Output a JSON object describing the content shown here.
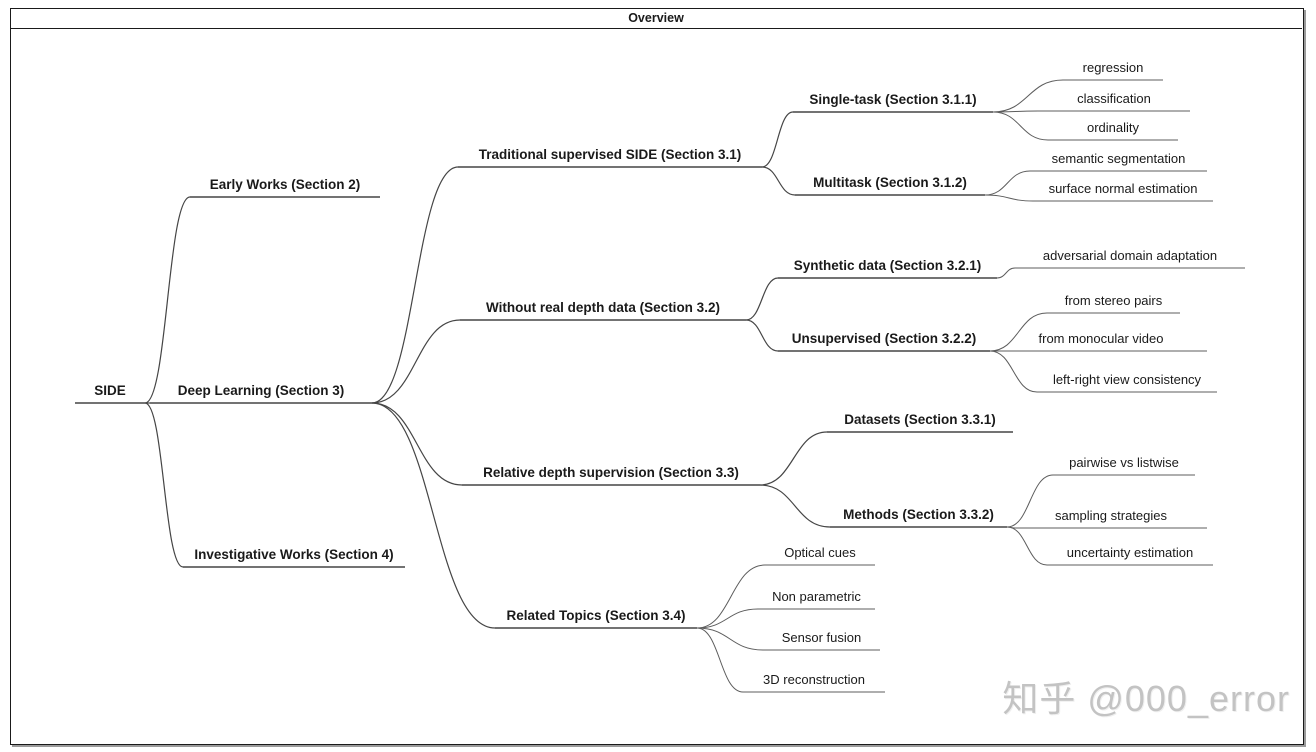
{
  "frame": {
    "title": "Overview"
  },
  "watermark": {
    "text": "知乎 @000_error"
  },
  "colors": {
    "edge": "#454545",
    "leaf_edge": "#5c5c5c",
    "text": "#1a1a1a",
    "border": "#1a1a1a",
    "watermark": "#c3c3c3"
  },
  "tree": {
    "root": "SIDE",
    "nodes": [
      {
        "id": "side",
        "label": "SIDE",
        "parent": null,
        "bold": true
      },
      {
        "id": "early-works",
        "label": "Early Works (Section 2)",
        "parent": "side",
        "bold": true
      },
      {
        "id": "deep-learning",
        "label": "Deep Learning (Section 3)",
        "parent": "side",
        "bold": true
      },
      {
        "id": "investigative-works",
        "label": "Investigative Works (Section 4)",
        "parent": "side",
        "bold": true
      },
      {
        "id": "traditional-supervised",
        "label": "Traditional supervised SIDE (Section 3.1)",
        "parent": "deep-learning",
        "bold": true
      },
      {
        "id": "without-real-depth",
        "label": "Without real depth data (Section 3.2)",
        "parent": "deep-learning",
        "bold": true
      },
      {
        "id": "relative-depth",
        "label": "Relative depth supervision (Section 3.3)",
        "parent": "deep-learning",
        "bold": true
      },
      {
        "id": "related-topics",
        "label": "Related Topics (Section 3.4)",
        "parent": "deep-learning",
        "bold": true
      },
      {
        "id": "single-task",
        "label": "Single-task (Section 3.1.1)",
        "parent": "traditional-supervised",
        "bold": true
      },
      {
        "id": "multitask",
        "label": "Multitask (Section 3.1.2)",
        "parent": "traditional-supervised",
        "bold": true
      },
      {
        "id": "regression",
        "label": "regression",
        "parent": "single-task",
        "bold": false
      },
      {
        "id": "classification",
        "label": "classification",
        "parent": "single-task",
        "bold": false
      },
      {
        "id": "ordinality",
        "label": "ordinality",
        "parent": "single-task",
        "bold": false
      },
      {
        "id": "semantic-segmentation",
        "label": "semantic segmentation",
        "parent": "multitask",
        "bold": false
      },
      {
        "id": "surface-normal",
        "label": "surface normal estimation",
        "parent": "multitask",
        "bold": false
      },
      {
        "id": "synthetic-data",
        "label": "Synthetic data (Section 3.2.1)",
        "parent": "without-real-depth",
        "bold": true
      },
      {
        "id": "unsupervised",
        "label": "Unsupervised (Section 3.2.2)",
        "parent": "without-real-depth",
        "bold": true
      },
      {
        "id": "adversarial",
        "label": "adversarial domain adaptation",
        "parent": "synthetic-data",
        "bold": false
      },
      {
        "id": "stereo-pairs",
        "label": "from stereo pairs",
        "parent": "unsupervised",
        "bold": false
      },
      {
        "id": "monocular-video",
        "label": "from monocular video",
        "parent": "unsupervised",
        "bold": false
      },
      {
        "id": "left-right",
        "label": "left-right view consistency",
        "parent": "unsupervised",
        "bold": false
      },
      {
        "id": "datasets",
        "label": "Datasets (Section 3.3.1)",
        "parent": "relative-depth",
        "bold": true
      },
      {
        "id": "methods",
        "label": "Methods (Section 3.3.2)",
        "parent": "relative-depth",
        "bold": true
      },
      {
        "id": "pairwise",
        "label": "pairwise vs listwise",
        "parent": "methods",
        "bold": false
      },
      {
        "id": "sampling",
        "label": "sampling strategies",
        "parent": "methods",
        "bold": false
      },
      {
        "id": "uncertainty",
        "label": "uncertainty estimation",
        "parent": "methods",
        "bold": false
      },
      {
        "id": "optical-cues",
        "label": "Optical cues",
        "parent": "related-topics",
        "bold": false
      },
      {
        "id": "non-parametric",
        "label": "Non parametric",
        "parent": "related-topics",
        "bold": false
      },
      {
        "id": "sensor-fusion",
        "label": "Sensor fusion",
        "parent": "related-topics",
        "bold": false
      },
      {
        "id": "3d-reconstruction",
        "label": "3D reconstruction",
        "parent": "related-topics",
        "bold": false
      }
    ]
  }
}
